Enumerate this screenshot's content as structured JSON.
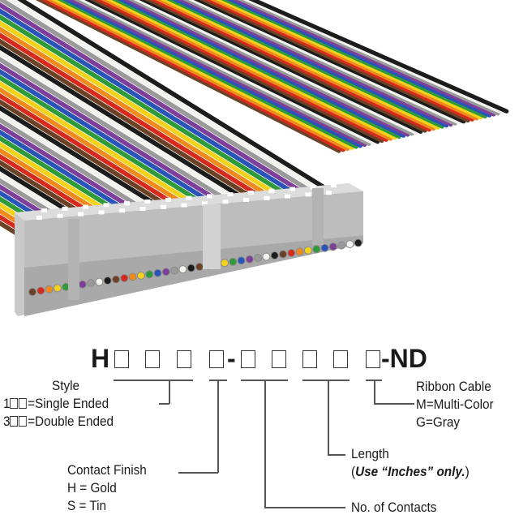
{
  "part_number": {
    "prefix": "H",
    "separator": "-",
    "suffix": "-ND"
  },
  "style": {
    "title": "Style",
    "opt1_prefix": "1",
    "opt1": "=Single Ended",
    "opt2_prefix": "3",
    "opt2": "=Double Ended"
  },
  "contact_finish": {
    "title": "Contact Finish",
    "opt1": "H = Gold",
    "opt2": "S = Tin"
  },
  "contacts": {
    "title": "No. of Contacts"
  },
  "length": {
    "title": "Length",
    "open": "(",
    "note": "Use “Inches” only.",
    "close": ")"
  },
  "ribbon": {
    "title": "Ribbon Cable",
    "opt1": "M=Multi-Color",
    "opt2": "G=Gray"
  },
  "wire_colors": [
    "#6b4226",
    "#d62a1e",
    "#f08a1c",
    "#f2d21a",
    "#2f9a3a",
    "#2a55b8",
    "#7d3f9a",
    "#9a9a9a",
    "#f2f2ee",
    "#1c1c1c"
  ]
}
